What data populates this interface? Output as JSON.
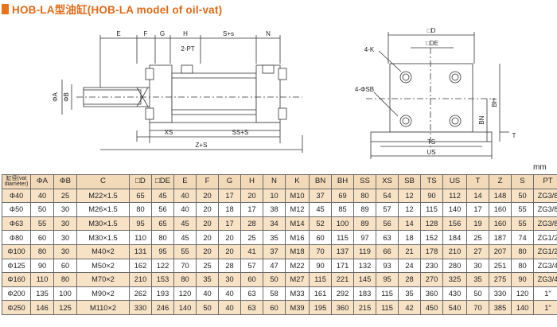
{
  "title": "HOB-LA型油缸(HOB-LA model of oil-vat)",
  "unit": "mm",
  "drawing_labels": {
    "top": [
      "E",
      "F",
      "G",
      "H",
      "S+s",
      "N"
    ],
    "pt": "2-PT",
    "left": [
      "ΦA",
      "ΦB"
    ],
    "bottom": [
      "XS",
      "SS+S",
      "Z+S"
    ],
    "side_view": [
      "□D",
      "4-K",
      "□DE",
      "4-ΦSB",
      "BN",
      "BH",
      "TS",
      "US",
      "T"
    ]
  },
  "table": {
    "headers": [
      "缸径(vat diameter)",
      "ΦA",
      "ΦB",
      "C",
      "□D",
      "□DE",
      "E",
      "F",
      "G",
      "H",
      "N",
      "K",
      "BN",
      "BH",
      "SS",
      "XS",
      "SB",
      "TS",
      "US",
      "T",
      "Z",
      "S",
      "PT"
    ],
    "header_bore_top": "缸径(vat",
    "header_bore_bottom": "diameter)",
    "rows": [
      [
        "Φ40",
        "40",
        "25",
        "M22×1.5",
        "65",
        "45",
        "40",
        "20",
        "17",
        "20",
        "10",
        "M10",
        "37",
        "69",
        "80",
        "54",
        "12",
        "90",
        "112",
        "14",
        "148",
        "50",
        "ZG3/8"
      ],
      [
        "Φ50",
        "50",
        "30",
        "M26×1.5",
        "80",
        "56",
        "40",
        "20",
        "18",
        "17",
        "38",
        "M12",
        "45",
        "85",
        "89",
        "57",
        "12",
        "115",
        "140",
        "17",
        "160",
        "55",
        "ZG3/8"
      ],
      [
        "Φ63",
        "55",
        "30",
        "M30×1.5",
        "95",
        "65",
        "45",
        "20",
        "17",
        "28",
        "34",
        "M14",
        "52",
        "100",
        "89",
        "56",
        "14",
        "128",
        "156",
        "19",
        "160",
        "55",
        "ZG3/8"
      ],
      [
        "Φ80",
        "60",
        "30",
        "M30×1.5",
        "110",
        "80",
        "45",
        "20",
        "20",
        "25",
        "35",
        "M16",
        "60",
        "115",
        "97",
        "63",
        "18",
        "152",
        "184",
        "25",
        "187",
        "74",
        "ZG1/2"
      ],
      [
        "Φ100",
        "80",
        "30",
        "M40×2",
        "131",
        "95",
        "55",
        "20",
        "20",
        "41",
        "37",
        "M18",
        "70",
        "137",
        "119",
        "66",
        "21",
        "178",
        "210",
        "27",
        "207",
        "80",
        "ZG1/2"
      ],
      [
        "Φ125",
        "90",
        "60",
        "M50×2",
        "162",
        "122",
        "70",
        "25",
        "28",
        "57",
        "47",
        "M22",
        "90",
        "171",
        "132",
        "93",
        "24",
        "230",
        "280",
        "30",
        "251",
        "80",
        "ZG3/4"
      ],
      [
        "Φ160",
        "110",
        "80",
        "M70×2",
        "210",
        "153",
        "80",
        "35",
        "30",
        "60",
        "50",
        "M27",
        "115",
        "221",
        "145",
        "95",
        "28",
        "270",
        "325",
        "35",
        "275",
        "90",
        "ZG3/4"
      ],
      [
        "Φ200",
        "135",
        "100",
        "M90×2",
        "262",
        "193",
        "120",
        "40",
        "40",
        "63",
        "58",
        "M33",
        "161",
        "292",
        "183",
        "115",
        "35",
        "360",
        "430",
        "50",
        "330",
        "120",
        "1\""
      ],
      [
        "Φ250",
        "146",
        "125",
        "M110×2",
        "330",
        "246",
        "140",
        "50",
        "40",
        "63",
        "60",
        "M39",
        "195",
        "360",
        "215",
        "115",
        "42",
        "450",
        "540",
        "70",
        "385",
        "140",
        "1\""
      ]
    ]
  }
}
